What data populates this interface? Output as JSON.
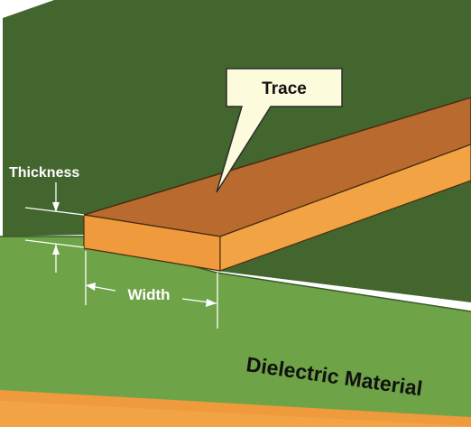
{
  "labels": {
    "trace": "Trace",
    "thickness": "Thickness",
    "width": "Width",
    "dielectric": "Dielectric Material"
  },
  "colors": {
    "board_top": "#43662f",
    "dielectric_face": "#6ea347",
    "dielectric_edge": "#5e9040",
    "copper_top": "#b96a2f",
    "copper_side": "#ef9a3c",
    "copper_bottom": "#f2a444",
    "callout_fill": "#fcfbdb",
    "dimension_line": "#ffffff"
  }
}
